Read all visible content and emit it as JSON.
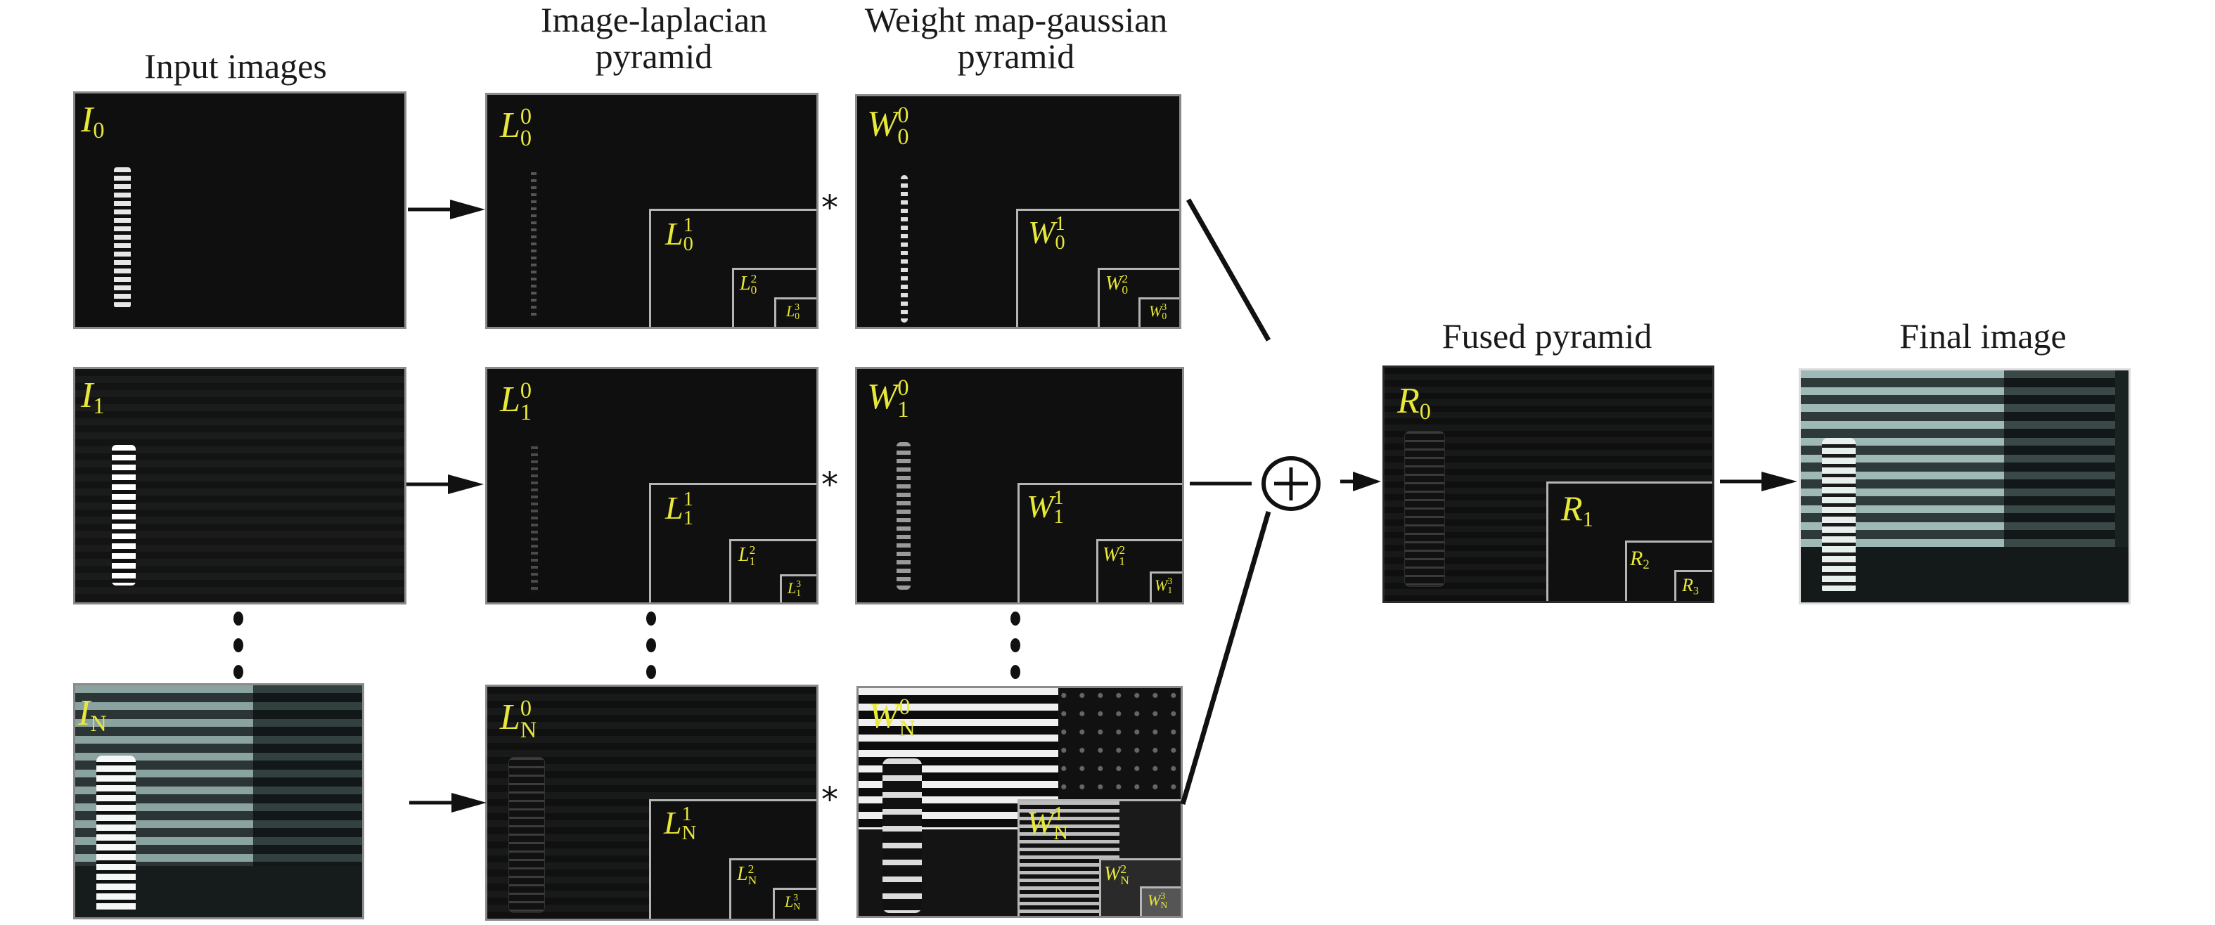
{
  "columns": {
    "input": "Input images",
    "laplacian": [
      "Image-laplacian",
      "pyramid"
    ],
    "weight": [
      "Weight map-gaussian",
      "pyramid"
    ],
    "fused": "Fused pyramid",
    "final": "Final image"
  },
  "rows": [
    {
      "input": {
        "base": "I",
        "sub": "0"
      },
      "laplacian": [
        {
          "base": "L",
          "sup": "0",
          "sub": "0"
        },
        {
          "base": "L",
          "sup": "1",
          "sub": "0"
        },
        {
          "base": "L",
          "sup": "2",
          "sub": "0"
        },
        {
          "base": "L",
          "sup": "3",
          "sub": "0"
        }
      ],
      "weight": [
        {
          "base": "W",
          "sup": "0",
          "sub": "0"
        },
        {
          "base": "W",
          "sup": "1",
          "sub": "0"
        },
        {
          "base": "W",
          "sup": "2",
          "sub": "0"
        },
        {
          "base": "W",
          "sup": "3",
          "sub": "0"
        }
      ]
    },
    {
      "input": {
        "base": "I",
        "sub": "1"
      },
      "laplacian": [
        {
          "base": "L",
          "sup": "0",
          "sub": "1"
        },
        {
          "base": "L",
          "sup": "1",
          "sub": "1"
        },
        {
          "base": "L",
          "sup": "2",
          "sub": "1"
        },
        {
          "base": "L",
          "sup": "3",
          "sub": "1"
        }
      ],
      "weight": [
        {
          "base": "W",
          "sup": "0",
          "sub": "1"
        },
        {
          "base": "W",
          "sup": "1",
          "sub": "1"
        },
        {
          "base": "W",
          "sup": "2",
          "sub": "1"
        },
        {
          "base": "W",
          "sup": "3",
          "sub": "1"
        }
      ]
    },
    {
      "input": {
        "base": "I",
        "sub": "N"
      },
      "laplacian": [
        {
          "base": "L",
          "sup": "0",
          "sub": "N"
        },
        {
          "base": "L",
          "sup": "1",
          "sub": "N"
        },
        {
          "base": "L",
          "sup": "2",
          "sub": "N"
        },
        {
          "base": "L",
          "sup": "3",
          "sub": "N"
        }
      ],
      "weight": [
        {
          "base": "W",
          "sup": "0",
          "sub": "N"
        },
        {
          "base": "W",
          "sup": "1",
          "sub": "N"
        },
        {
          "base": "W",
          "sup": "2",
          "sub": "N"
        },
        {
          "base": "W",
          "sup": "3",
          "sub": "N"
        }
      ]
    }
  ],
  "fused": [
    {
      "base": "R",
      "sub": "0"
    },
    {
      "base": "R",
      "sub": "1"
    },
    {
      "base": "R",
      "sub": "2"
    },
    {
      "base": "R",
      "sub": "3"
    }
  ],
  "operators": {
    "multiply": "*",
    "sum": "+"
  },
  "colors": {
    "label": "#e8e83a",
    "panel": "#0f0f0f",
    "border": "#b5b5b5",
    "arrow": "#111111"
  }
}
